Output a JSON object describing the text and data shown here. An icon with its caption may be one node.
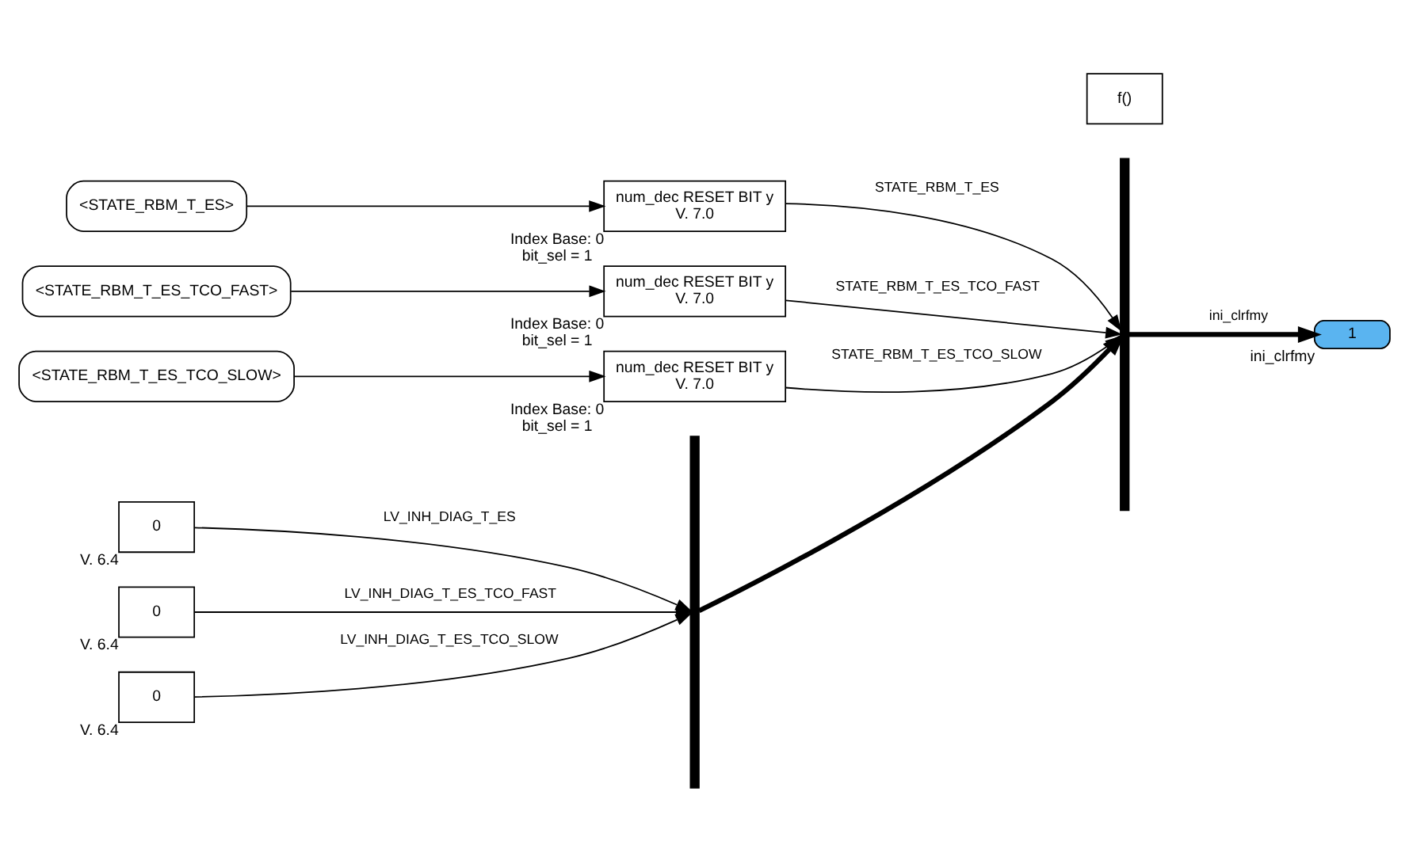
{
  "diagram": {
    "nodes": [
      {
        "text": [
          "<STATE_RBM_T_ES>"
        ]
      },
      {
        "text": [
          "<STATE_RBM_T_ES_TCO_FAST>"
        ]
      },
      {
        "text": [
          "<STATE_RBM_T_ES_TCO_SLOW>"
        ]
      },
      {
        "text": [
          "num_dec RESET BIT y",
          "V. 7.0"
        ],
        "beside": [
          "Index Base: 0",
          "bit_sel = 1"
        ]
      },
      {
        "text": [
          "num_dec RESET BIT y",
          "V. 7.0"
        ],
        "beside": [
          "Index Base: 0",
          "bit_sel = 1"
        ]
      },
      {
        "text": [
          "num_dec RESET BIT y",
          "V. 7.0"
        ],
        "beside": [
          "Index Base: 0",
          "bit_sel = 1"
        ]
      },
      {
        "text": [],
        "shape": "bar"
      },
      {
        "text": [
          "f()"
        ]
      },
      {
        "text": [
          "1"
        ],
        "beside": [
          "ini_clrfmy"
        ]
      },
      {
        "text": [
          "0"
        ],
        "beside": [
          "V. 6.4"
        ]
      },
      {
        "text": [
          "0"
        ],
        "beside": [
          "V. 6.4"
        ]
      },
      {
        "text": [
          "0"
        ],
        "beside": [
          "V. 6.4"
        ]
      },
      {
        "text": [],
        "shape": "bar"
      }
    ],
    "edges": [
      {
        "from": 0,
        "to": 3,
        "arrow": "to"
      },
      {
        "from": 1,
        "to": 4,
        "arrow": "to"
      },
      {
        "from": 2,
        "to": 5,
        "arrow": "to"
      },
      {
        "from": 3,
        "to": 6,
        "arrow": "to",
        "label": "STATE_RBM_T_ES"
      },
      {
        "from": 4,
        "to": 6,
        "arrow": "to",
        "label": "STATE_RBM_T_ES_TCO_FAST"
      },
      {
        "from": 5,
        "to": 6,
        "arrow": "to",
        "label": "STATE_RBM_T_ES_TCO_SLOW"
      },
      {
        "from": 6,
        "to": 8,
        "arrow": "to",
        "label": "ini_clrfmy",
        "style": "thick"
      },
      {
        "from": 9,
        "to": 12,
        "arrow": "to",
        "label": "LV_INH_DIAG_T_ES"
      },
      {
        "from": 10,
        "to": 12,
        "arrow": "to",
        "label": "LV_INH_DIAG_T_ES_TCO_FAST"
      },
      {
        "from": 11,
        "to": 12,
        "arrow": "to",
        "label": "LV_INH_DIAG_T_ES_TCO_SLOW"
      },
      {
        "from": 12,
        "to": 6,
        "arrow": "to",
        "style": "thick"
      }
    ]
  }
}
